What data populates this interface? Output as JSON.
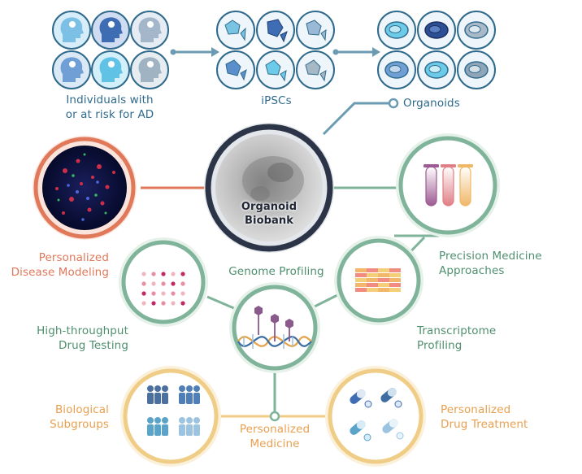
{
  "labels": {
    "individuals": [
      "Individuals with",
      "or at risk for AD"
    ],
    "ipscs": "iPSCs",
    "organoids": "Organoids",
    "biobank": [
      "Organoid",
      "Biobank"
    ],
    "disease_modeling": [
      "Personalized",
      "Disease Modeling"
    ],
    "precision_medicine": [
      "Precision Medicine",
      "Approaches"
    ],
    "genome_profiling": "Genome Profiling",
    "drug_testing": [
      "High-throughput",
      "Drug Testing"
    ],
    "transcriptome": [
      "Transcriptome",
      "Profiling"
    ],
    "subgroups": [
      "Biological",
      "Subgroups"
    ],
    "personalized_medicine": [
      "Personalized",
      "Medicine"
    ],
    "drug_treatment": [
      "Personalized",
      "Drug Treatment"
    ]
  },
  "colors": {
    "blue": "#2f6a8c",
    "orange": "#e0785a",
    "green": "#7fb49a",
    "gold": "#f0cd86",
    "dark_ring": "#2c3548",
    "connector_blue": "#6b9bb3"
  },
  "icons": {
    "individuals": [
      "head-silhouette-icon",
      "head-silhouette-icon",
      "head-silhouette-icon",
      "head-silhouette-icon",
      "head-silhouette-icon",
      "head-silhouette-icon"
    ],
    "ipscs": [
      "stem-cell-icon",
      "stem-cell-icon",
      "stem-cell-icon",
      "stem-cell-icon",
      "stem-cell-icon",
      "stem-cell-icon"
    ],
    "organoids": [
      "organoid-icon",
      "organoid-icon",
      "organoid-icon",
      "organoid-icon",
      "organoid-icon",
      "organoid-icon"
    ],
    "nodes": [
      "microscopy-image-icon",
      "organoid-micrograph-icon",
      "test-tubes-icon",
      "dot-array-icon",
      "heatmap-icon",
      "dna-helix-icon",
      "people-groups-icon",
      "pills-icon"
    ]
  }
}
